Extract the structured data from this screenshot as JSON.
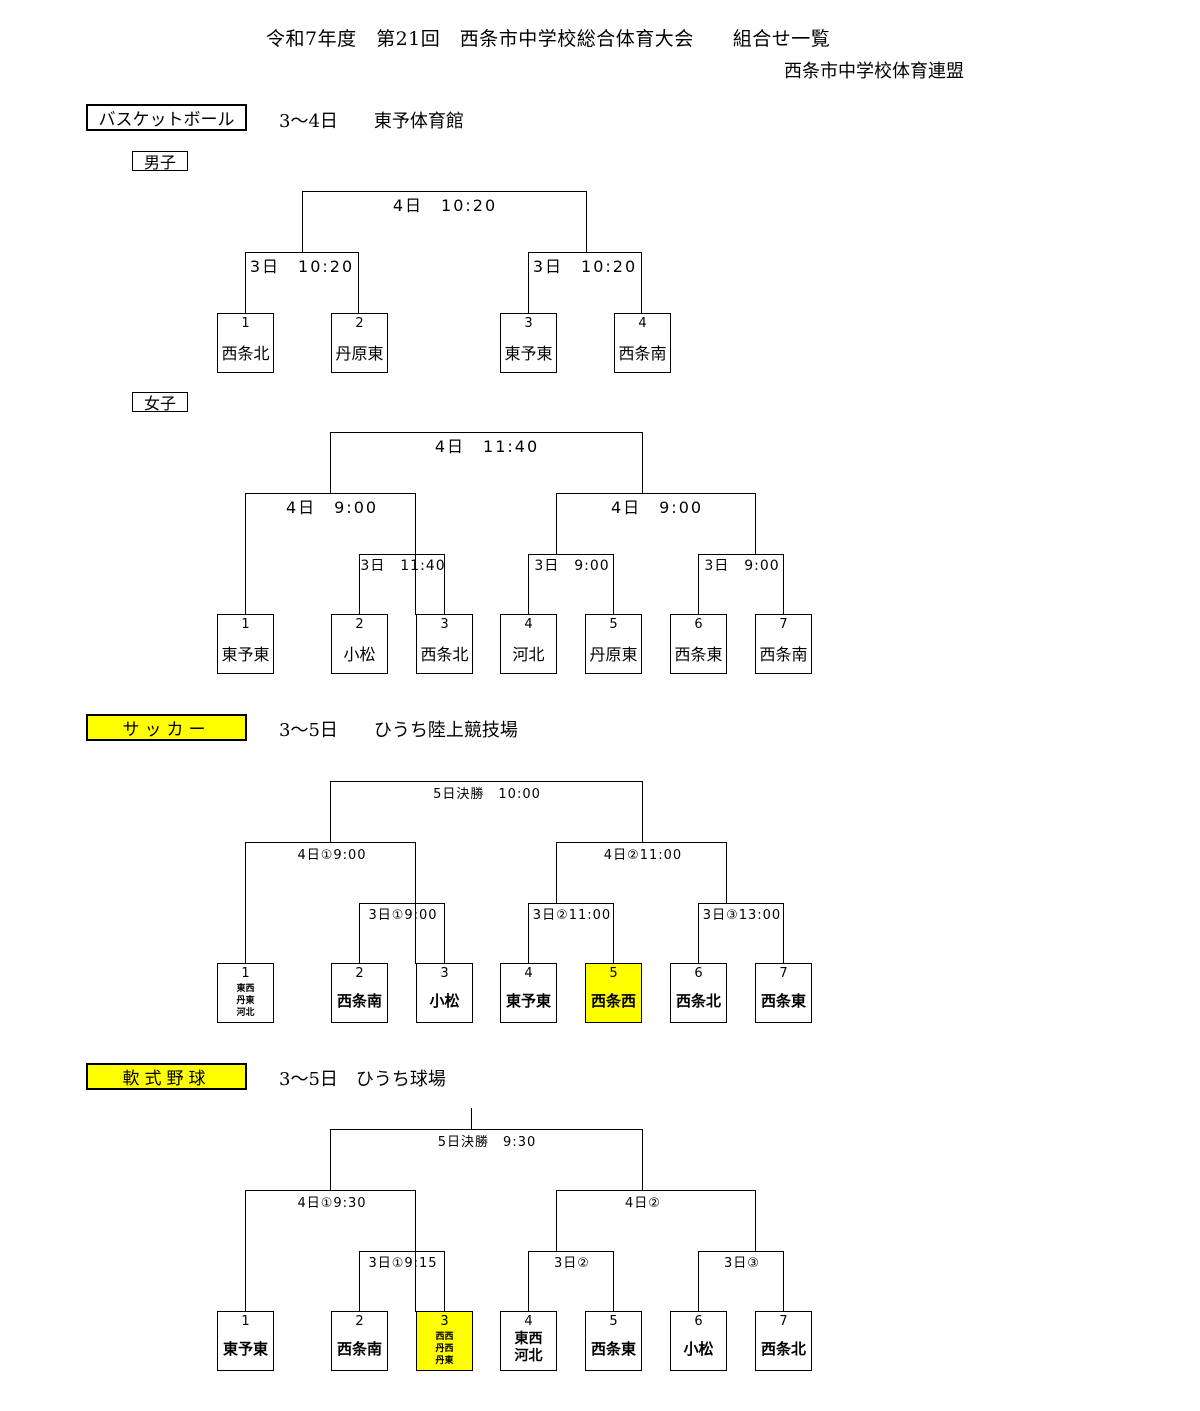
{
  "header": {
    "title": "令和7年度　第21回　西条市中学校総合体育大会　　組合せ一覧",
    "organization": "西条市中学校体育連盟"
  },
  "basketball": {
    "label": "バスケットボール",
    "info": "3～4日　　東予体育館",
    "boys": {
      "label": "男子",
      "final": "4日　10:20",
      "semi_left": "3日　10:20",
      "semi_right": "3日　10:20",
      "teams": [
        {
          "num": "1",
          "name": "西条北"
        },
        {
          "num": "2",
          "name": "丹原東"
        },
        {
          "num": "3",
          "name": "東予東"
        },
        {
          "num": "4",
          "name": "西条南"
        }
      ]
    },
    "girls": {
      "label": "女子",
      "final": "4日　11:40",
      "semi_left": "4日　9:00",
      "semi_right": "4日　9:00",
      "r1_a": "3日　11:40",
      "r1_b": "3日　9:00",
      "r1_c": "3日　9:00",
      "teams": [
        {
          "num": "1",
          "name": "東予東"
        },
        {
          "num": "2",
          "name": "小松"
        },
        {
          "num": "3",
          "name": "西条北"
        },
        {
          "num": "4",
          "name": "河北"
        },
        {
          "num": "5",
          "name": "丹原東"
        },
        {
          "num": "6",
          "name": "西条東"
        },
        {
          "num": "7",
          "name": "西条南"
        }
      ]
    }
  },
  "soccer": {
    "label": "サッカー",
    "info": "3～5日　　ひうち陸上競技場",
    "final": "5日決勝　10:00",
    "semi_left": "4日①9:00",
    "semi_right": "4日②11:00",
    "r1_a": "3日①9:00",
    "r1_b": "3日②11:00",
    "r1_c": "3日③13:00",
    "team1_lines": [
      "東西",
      "丹東",
      "河北"
    ],
    "teams": [
      {
        "num": "1"
      },
      {
        "num": "2",
        "name": "西条南"
      },
      {
        "num": "3",
        "name": "小松"
      },
      {
        "num": "4",
        "name": "東予東"
      },
      {
        "num": "5",
        "name": "西条西"
      },
      {
        "num": "6",
        "name": "西条北"
      },
      {
        "num": "7",
        "name": "西条東"
      }
    ]
  },
  "baseball": {
    "label": "軟式野球",
    "info": "3～5日　ひうち球場",
    "final": "5日決勝　9:30",
    "semi_left": "4日①9:30",
    "semi_right": "4日②",
    "r1_a": "3日①9:15",
    "r1_b": "3日②",
    "r1_c": "3日③",
    "team3_lines": [
      "西西",
      "丹西",
      "丹東"
    ],
    "team4_lines": [
      "東西",
      "河北"
    ],
    "teams": [
      {
        "num": "1",
        "name": "東予東"
      },
      {
        "num": "2",
        "name": "西条南"
      },
      {
        "num": "3"
      },
      {
        "num": "4"
      },
      {
        "num": "5",
        "name": "西条東"
      },
      {
        "num": "6",
        "name": "小松"
      },
      {
        "num": "7",
        "name": "西条北"
      }
    ]
  },
  "colors": {
    "highlight": "#ffff00"
  }
}
